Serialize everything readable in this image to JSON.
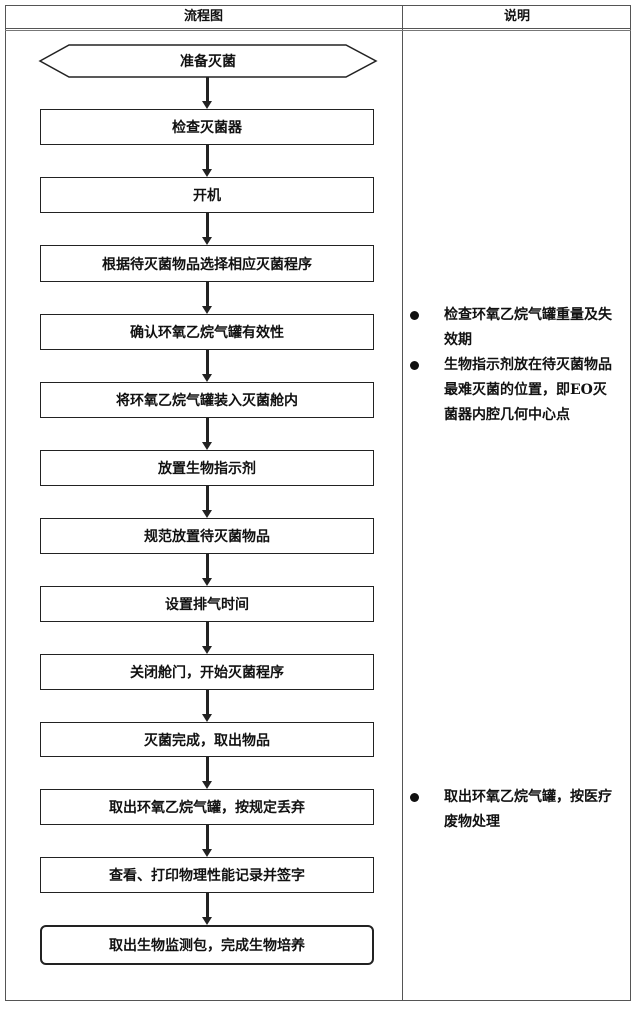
{
  "headers": {
    "flowchart": "流程图",
    "notes": "说明"
  },
  "start": "准备灭菌",
  "steps": [
    "检查灭菌器",
    "开机",
    "根据待灭菌物品选择相应灭菌程序",
    "确认环氧乙烷气罐有效性",
    "将环氧乙烷气罐装入灭菌舱内",
    "放置生物指示剂",
    "规范放置待灭菌物品",
    "设置排气时间",
    "关闭舱门，开始灭菌程序",
    "灭菌完成，取出物品",
    "取出环氧乙烷气罐，按规定丢弃",
    "查看、打印物理性能记录并签字",
    "取出生物监测包，完成生物培养"
  ],
  "notes_top": [
    "检查环氧乙烷气罐重量及失效期",
    "生物指示剂放在待灭菌物品最难灭菌的位置，即EO灭菌器内腔几何中心点"
  ],
  "notes_bottom": [
    "取出环氧乙烷气罐，按医疗废物处理"
  ]
}
